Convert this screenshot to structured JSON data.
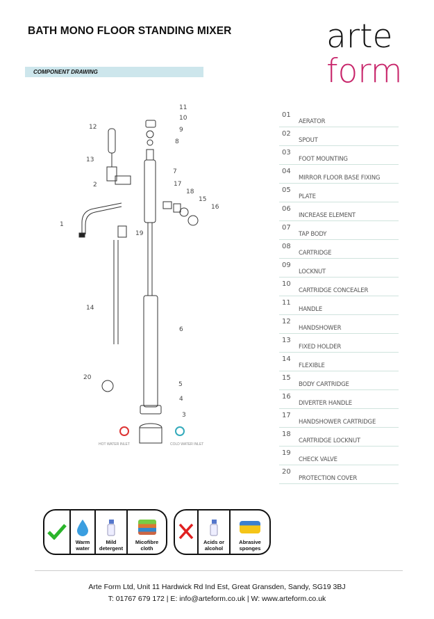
{
  "title": "BATH MONO FLOOR STANDING MIXER",
  "logo": {
    "line1": "arte",
    "line2": "form",
    "accent": "#c8266b"
  },
  "section": "COMPONENT DRAWING",
  "parts": [
    {
      "n": "01",
      "label": "AERATOR"
    },
    {
      "n": "02",
      "label": "SPOUT"
    },
    {
      "n": "03",
      "label": "FOOT MOUNTING"
    },
    {
      "n": "04",
      "label": "MIRROR FLOOR BASE FIXING"
    },
    {
      "n": "05",
      "label": "PLATE"
    },
    {
      "n": "06",
      "label": "INCREASE ELEMENT"
    },
    {
      "n": "07",
      "label": "TAP BODY"
    },
    {
      "n": "08",
      "label": "CARTRIDGE"
    },
    {
      "n": "09",
      "label": "LOCKNUT"
    },
    {
      "n": "10",
      "label": "CARTRIDGE CONCEALER"
    },
    {
      "n": "11",
      "label": "HANDLE"
    },
    {
      "n": "12",
      "label": "HANDSHOWER"
    },
    {
      "n": "13",
      "label": "FIXED HOLDER"
    },
    {
      "n": "14",
      "label": "FLEXIBLE"
    },
    {
      "n": "15",
      "label": "BODY CARTRIDGE"
    },
    {
      "n": "16",
      "label": "DIVERTER HANDLE"
    },
    {
      "n": "17",
      "label": "HANDSHOWER CARTRIDGE"
    },
    {
      "n": "18",
      "label": "CARTRIDGE LOCKNUT"
    },
    {
      "n": "19",
      "label": "CHECK VALVE"
    },
    {
      "n": "20",
      "label": "PROTECTION COVER"
    }
  ],
  "diagram": {
    "callouts": [
      "11",
      "10",
      "9",
      "8",
      "12",
      "13",
      "7",
      "2",
      "17",
      "18",
      "15",
      "16",
      "1",
      "19",
      "14",
      "6",
      "20",
      "5",
      "4",
      "3"
    ],
    "hot_inlet": "HOT WATER INLET",
    "cold_inlet": "COLD WATER INLET"
  },
  "care": {
    "do": [
      {
        "line1": "Warm",
        "line2": "water"
      },
      {
        "line1": "Mild",
        "line2": "detergent"
      },
      {
        "line1": "Micofibre",
        "line2": "cloth"
      }
    ],
    "dont": [
      {
        "line1": "Acids or",
        "line2": "alcohol"
      },
      {
        "line1": "Abrasive",
        "line2": "sponges"
      }
    ]
  },
  "footer": {
    "line1": "Arte Form Ltd, Unit 11 Hardwick Rd Ind Est, Great Gransden, Sandy, SG19 3BJ",
    "line2": "T: 01767 679 172 | E: info@arteform.co.uk | W: www.arteform.co.uk"
  }
}
